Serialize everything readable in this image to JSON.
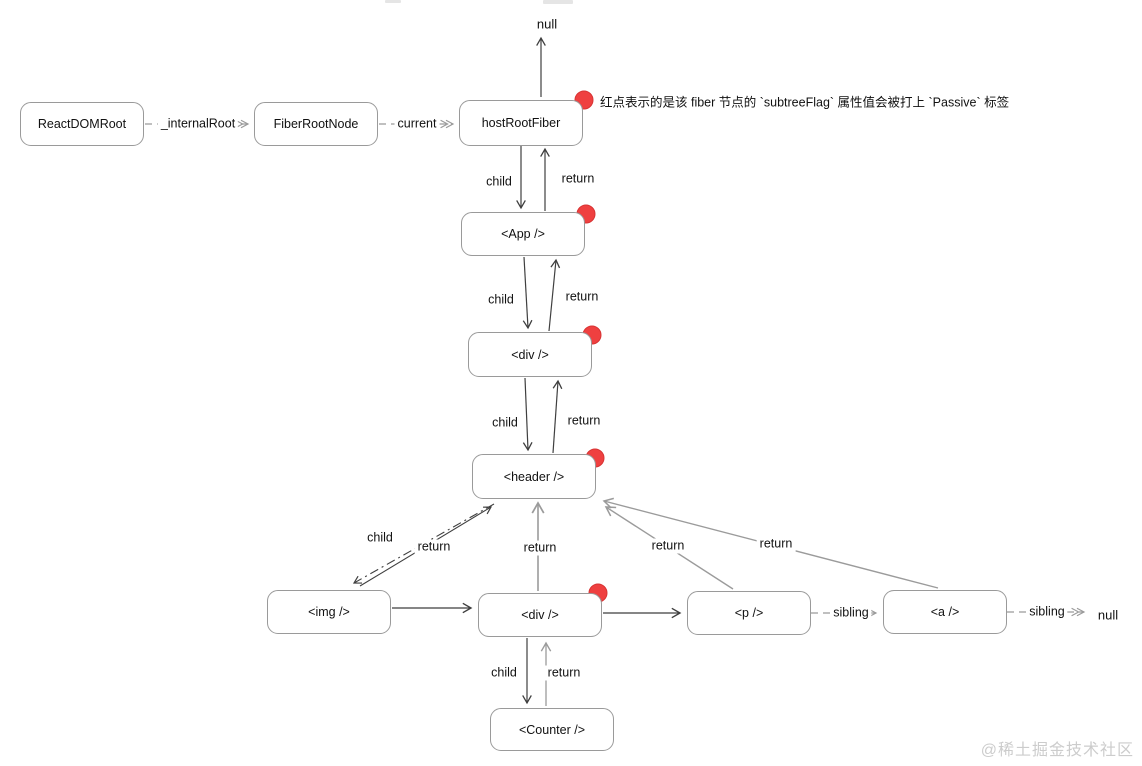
{
  "diagram": {
    "nodes": [
      {
        "id": "reactDomRoot",
        "label": "ReactDOMRoot",
        "passive_dot": false
      },
      {
        "id": "fiberRootNode",
        "label": "FiberRootNode",
        "passive_dot": false
      },
      {
        "id": "hostRootFiber",
        "label": "hostRootFiber",
        "passive_dot": true
      },
      {
        "id": "app",
        "label": "<App />",
        "passive_dot": true
      },
      {
        "id": "div-mid",
        "label": "<div />",
        "passive_dot": true
      },
      {
        "id": "header",
        "label": "<header />",
        "passive_dot": true
      },
      {
        "id": "img",
        "label": "<img />",
        "passive_dot": false
      },
      {
        "id": "div-bottom",
        "label": "<div />",
        "passive_dot": true
      },
      {
        "id": "p",
        "label": "<p />",
        "passive_dot": false
      },
      {
        "id": "a",
        "label": "<a />",
        "passive_dot": false
      },
      {
        "id": "counter",
        "label": "<Counter />",
        "passive_dot": false
      }
    ],
    "edges": [
      {
        "from": "reactDomRoot",
        "to": "fiberRootNode",
        "label": "_internalRoot",
        "style": "dashed-gray"
      },
      {
        "from": "fiberRootNode",
        "to": "hostRootFiber",
        "label": "current",
        "style": "dashed-gray"
      },
      {
        "from": "hostRootFiber",
        "to": "null",
        "label": "",
        "style": "solid-dark"
      },
      {
        "from": "hostRootFiber",
        "to": "app",
        "label": "child",
        "style": "solid-dark"
      },
      {
        "from": "app",
        "to": "hostRootFiber",
        "label": "return",
        "style": "solid-dark"
      },
      {
        "from": "app",
        "to": "div-mid",
        "label": "child",
        "style": "solid-dark"
      },
      {
        "from": "div-mid",
        "to": "app",
        "label": "return",
        "style": "solid-dark"
      },
      {
        "from": "div-mid",
        "to": "header",
        "label": "child",
        "style": "solid-dark"
      },
      {
        "from": "header",
        "to": "div-mid",
        "label": "return",
        "style": "solid-dark"
      },
      {
        "from": "header",
        "to": "img",
        "label": "child",
        "style": "dashdot-dark"
      },
      {
        "from": "img",
        "to": "header",
        "label": "return",
        "style": "solid-dark"
      },
      {
        "from": "div-bottom",
        "to": "header",
        "label": "return",
        "style": "solid-gray"
      },
      {
        "from": "p",
        "to": "header",
        "label": "return",
        "style": "solid-gray"
      },
      {
        "from": "a",
        "to": "header",
        "label": "return",
        "style": "solid-gray"
      },
      {
        "from": "img",
        "to": "div-bottom",
        "label": "",
        "style": "solid-dark"
      },
      {
        "from": "div-bottom",
        "to": "p",
        "label": "",
        "style": "solid-dark"
      },
      {
        "from": "p",
        "to": "a",
        "label": "sibling",
        "style": "dashed-gray"
      },
      {
        "from": "a",
        "to": "null",
        "label": "sibling",
        "style": "dashed-gray"
      },
      {
        "from": "div-bottom",
        "to": "counter",
        "label": "child",
        "style": "solid-dark"
      },
      {
        "from": "counter",
        "to": "div-bottom",
        "label": "return",
        "style": "solid-gray"
      }
    ],
    "terminals": {
      "top": "null",
      "sibling_end": "null"
    },
    "annotation": "红点表示的是该 fiber 节点的 `subtreeFlag` 属性值会被打上 `Passive` 标签"
  },
  "watermark": "@稀土掘金技术社区",
  "colors": {
    "dot_fill": "#ef4040",
    "dot_stroke": "#d83434",
    "box_border": "#9a9a9a",
    "line_dark": "#3f3f3f",
    "line_gray": "#9b9b9b",
    "text": "#111111",
    "watermark": "#cccccc"
  }
}
